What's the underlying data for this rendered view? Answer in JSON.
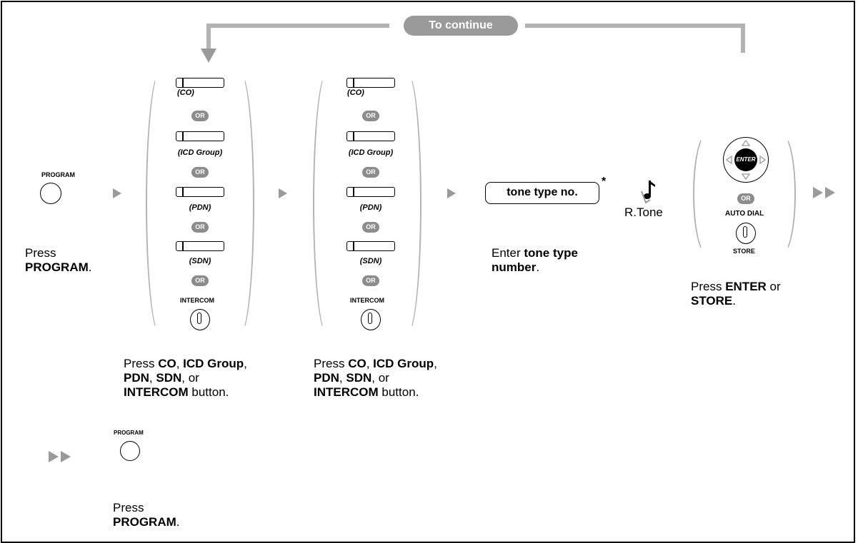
{
  "continue_label": "To continue",
  "or_label": "OR",
  "program_label": "PROGRAM",
  "intercom_label": "INTERCOM",
  "button_captions": [
    "(CO)",
    "(ICD Group)",
    "(PDN)",
    "(SDN)"
  ],
  "step1": {
    "line1": "Press",
    "line2_bold": "PROGRAM",
    "line2_end": "."
  },
  "step2": {
    "w1": "Press ",
    "b1": "CO",
    "w2": ", ",
    "b2": "ICD Group",
    "w3": ",",
    "b3": "PDN",
    "w4": ", ",
    "b4": "SDN",
    "w5": ", or",
    "b5": "INTERCOM",
    "w6": " button."
  },
  "tone_box": "tone type no.",
  "tone_asterisk": "*",
  "tone_desc": {
    "w1": "Enter ",
    "b1": "tone type",
    "b2": "number",
    "w2": "."
  },
  "rtone": "R.Tone",
  "enter_key": "ENTER",
  "auto_dial": "AUTO DIAL",
  "store_label": "STORE",
  "enter_desc": {
    "w1": "Press ",
    "b1": "ENTER",
    "w2": " or",
    "b2": "STORE",
    "w3": "."
  },
  "final_desc": {
    "line1": "Press",
    "b1": "PROGRAM",
    "w1": "."
  }
}
